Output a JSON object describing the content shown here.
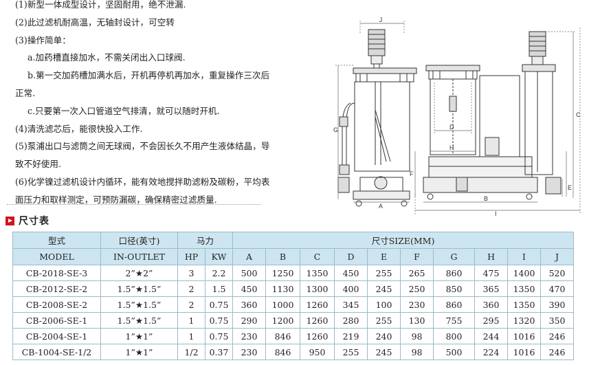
{
  "features": [
    "(1)新型一体成型设计，坚固耐用，绝不泄漏.",
    "(2)此过滤机耐高温，无轴封设计，可空转",
    "(3)操作简单：",
    "a.加药槽直接加水，不需关闭出入口球阀.",
    "b.第一交加药槽加满水后，开机再停机再加水，重复操作三次后",
    "正常.",
    "c.只要第一次入口管道空气排清，就可以随时开机.",
    "(4)清洗滤芯后，能很快投入工作.",
    "(5)泵浦出口与滤筒之间无球阀，不会因长久不用产生液体结晶，导",
    "致不好使用.",
    "(6)化学镍过滤机设计内循环，能有效地搅拌助滤粉及碳粉，平均表",
    "面压力和取样测定，可预防漏碳，确保精密过滤质量."
  ],
  "section_title": "尺寸表",
  "drawing_labels": {
    "j": "J",
    "g": "G",
    "c": "C",
    "d": "D",
    "h": "H",
    "a": "A",
    "b": "B",
    "i": "I",
    "f": "F",
    "e": "E"
  },
  "table": {
    "header1": {
      "model": "型式",
      "port": "口径(英寸)",
      "power": "马力",
      "size": "尺寸SIZE(MM)"
    },
    "header2": [
      "MODEL",
      "IN-OUTLET",
      "HP",
      "KW",
      "A",
      "B",
      "C",
      "D",
      "E",
      "F",
      "G",
      "H",
      "I",
      "J"
    ],
    "rows": [
      [
        "CB-2018-SE-3",
        "2”★2”",
        "3",
        "2.2",
        "500",
        "1250",
        "1350",
        "450",
        "255",
        "265",
        "860",
        "475",
        "1400",
        "520"
      ],
      [
        "CB-2012-SE-2",
        "1.5”★1.5”",
        "2",
        "1.5",
        "450",
        "1130",
        "1300",
        "400",
        "245",
        "250",
        "850",
        "365",
        "1350",
        "470"
      ],
      [
        "CB-2008-SE-2",
        "1.5”★1.5”",
        "2",
        "0.75",
        "360",
        "1000",
        "1260",
        "345",
        "100",
        "230",
        "860",
        "360",
        "1350",
        "390"
      ],
      [
        "CB-2006-SE-1",
        "1.5”★1.5”",
        "1",
        "0.75",
        "290",
        "1200",
        "1260",
        "280",
        "255",
        "130",
        "755",
        "295",
        "1320",
        "350"
      ],
      [
        "CB-2004-SE-1",
        "1”★1”",
        "1",
        "0.75",
        "230",
        "846",
        "1260",
        "219",
        "240",
        "98",
        "800",
        "244",
        "1016",
        "246"
      ],
      [
        "CB-1004-SE-1/2",
        "1”★1”",
        "1/2",
        "0.37",
        "230",
        "846",
        "950",
        "255",
        "245",
        "98",
        "500",
        "224",
        "1016",
        "246"
      ]
    ]
  }
}
